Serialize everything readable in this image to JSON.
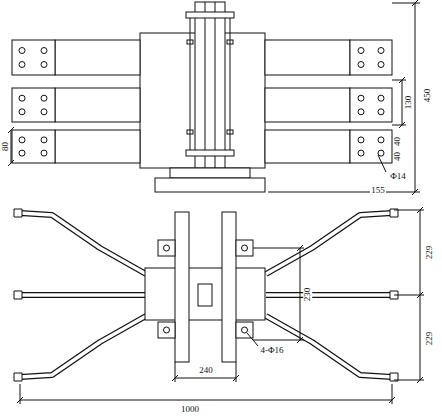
{
  "diagram": {
    "labels": [
      "80",
      "130",
      "450",
      "40",
      "40",
      "Φ14",
      "155",
      "229",
      "230",
      "229",
      "4-Φ16",
      "240",
      "1000"
    ]
  }
}
